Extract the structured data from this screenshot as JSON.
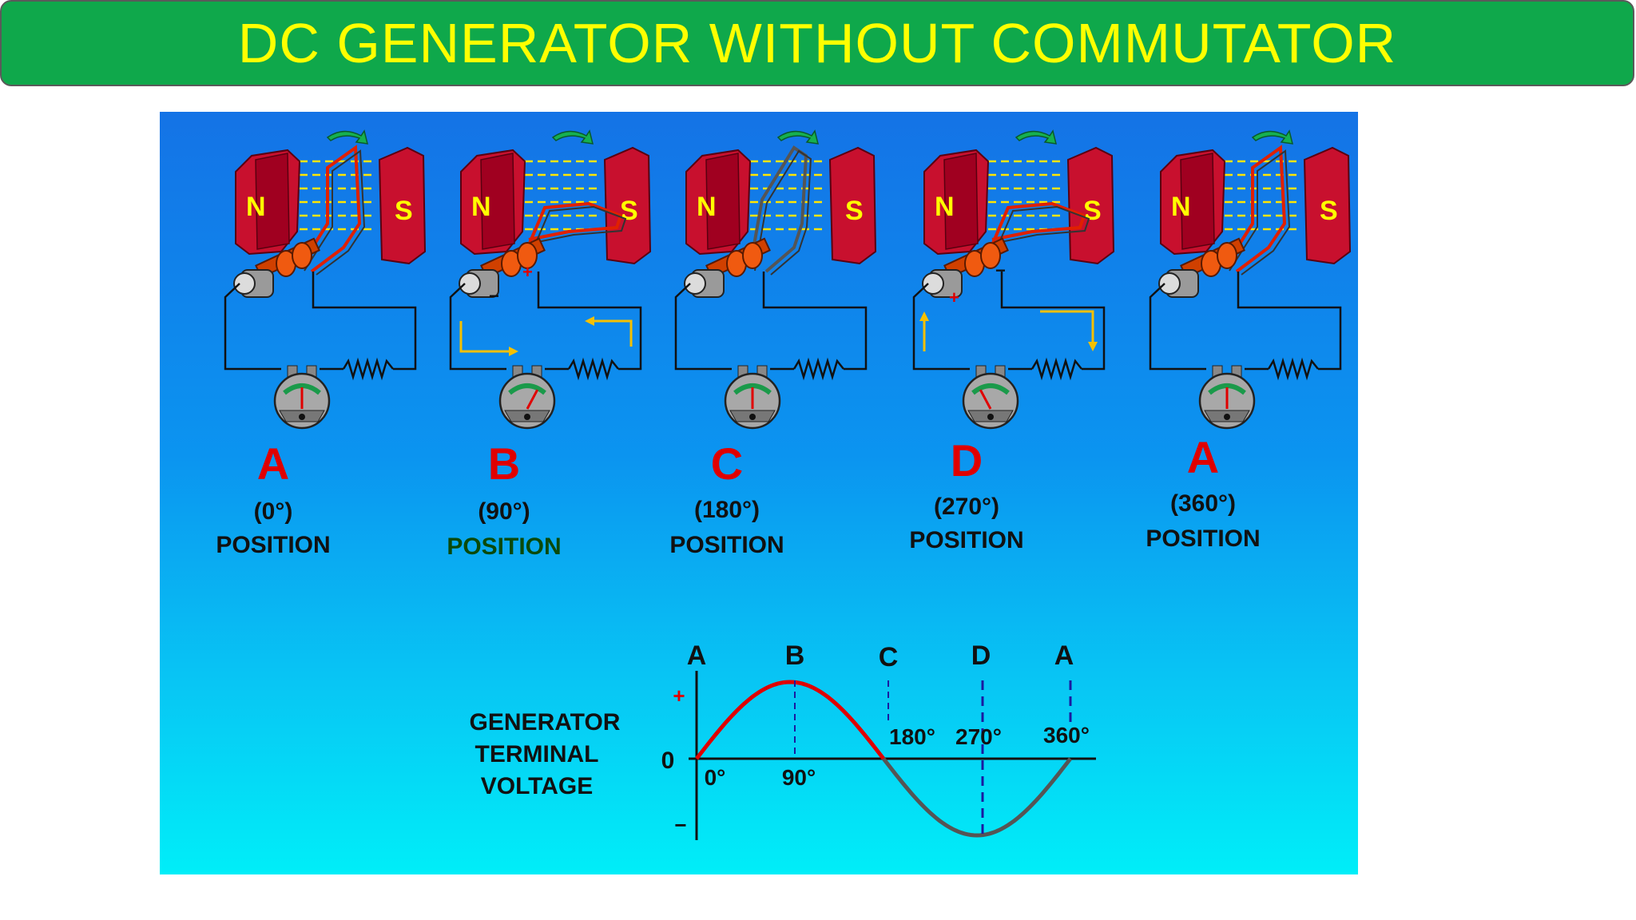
{
  "title": "DC GENERATOR WITHOUT COMMUTATOR",
  "colors": {
    "title_bar": "#0fa84b",
    "title_text": "#ffff00",
    "magnet": "#c8102e",
    "label_red": "#e00000",
    "positive_wave": "#e00000",
    "negative_wave": "#555555",
    "current_arrow": "#f5c000"
  },
  "panels": [
    {
      "letter": "A",
      "angle": "(0°)",
      "position_label": "POSITION"
    },
    {
      "letter": "B",
      "angle": "(90°)",
      "position_label": "POSITION"
    },
    {
      "letter": "C",
      "angle": "(180°)",
      "position_label": "POSITION"
    },
    {
      "letter": "D",
      "angle": "(270°)",
      "position_label": "POSITION"
    },
    {
      "letter": "A",
      "angle": "(360°)",
      "position_label": "POSITION"
    }
  ],
  "magnet_labels": {
    "north": "N",
    "south": "S"
  },
  "brush_signs": {
    "plus": "+",
    "minus": "−"
  },
  "graph": {
    "ylabel_lines": [
      "GENERATOR",
      "TERMINAL",
      "VOLTAGE"
    ],
    "y_ticks": {
      "plus": "+",
      "zero": "0",
      "minus": "−"
    },
    "point_letters": [
      "A",
      "B",
      "C",
      "D",
      "A"
    ],
    "degree_labels": [
      "0°",
      "90°",
      "180°",
      "270°",
      "360°"
    ],
    "waveform": "sine"
  }
}
